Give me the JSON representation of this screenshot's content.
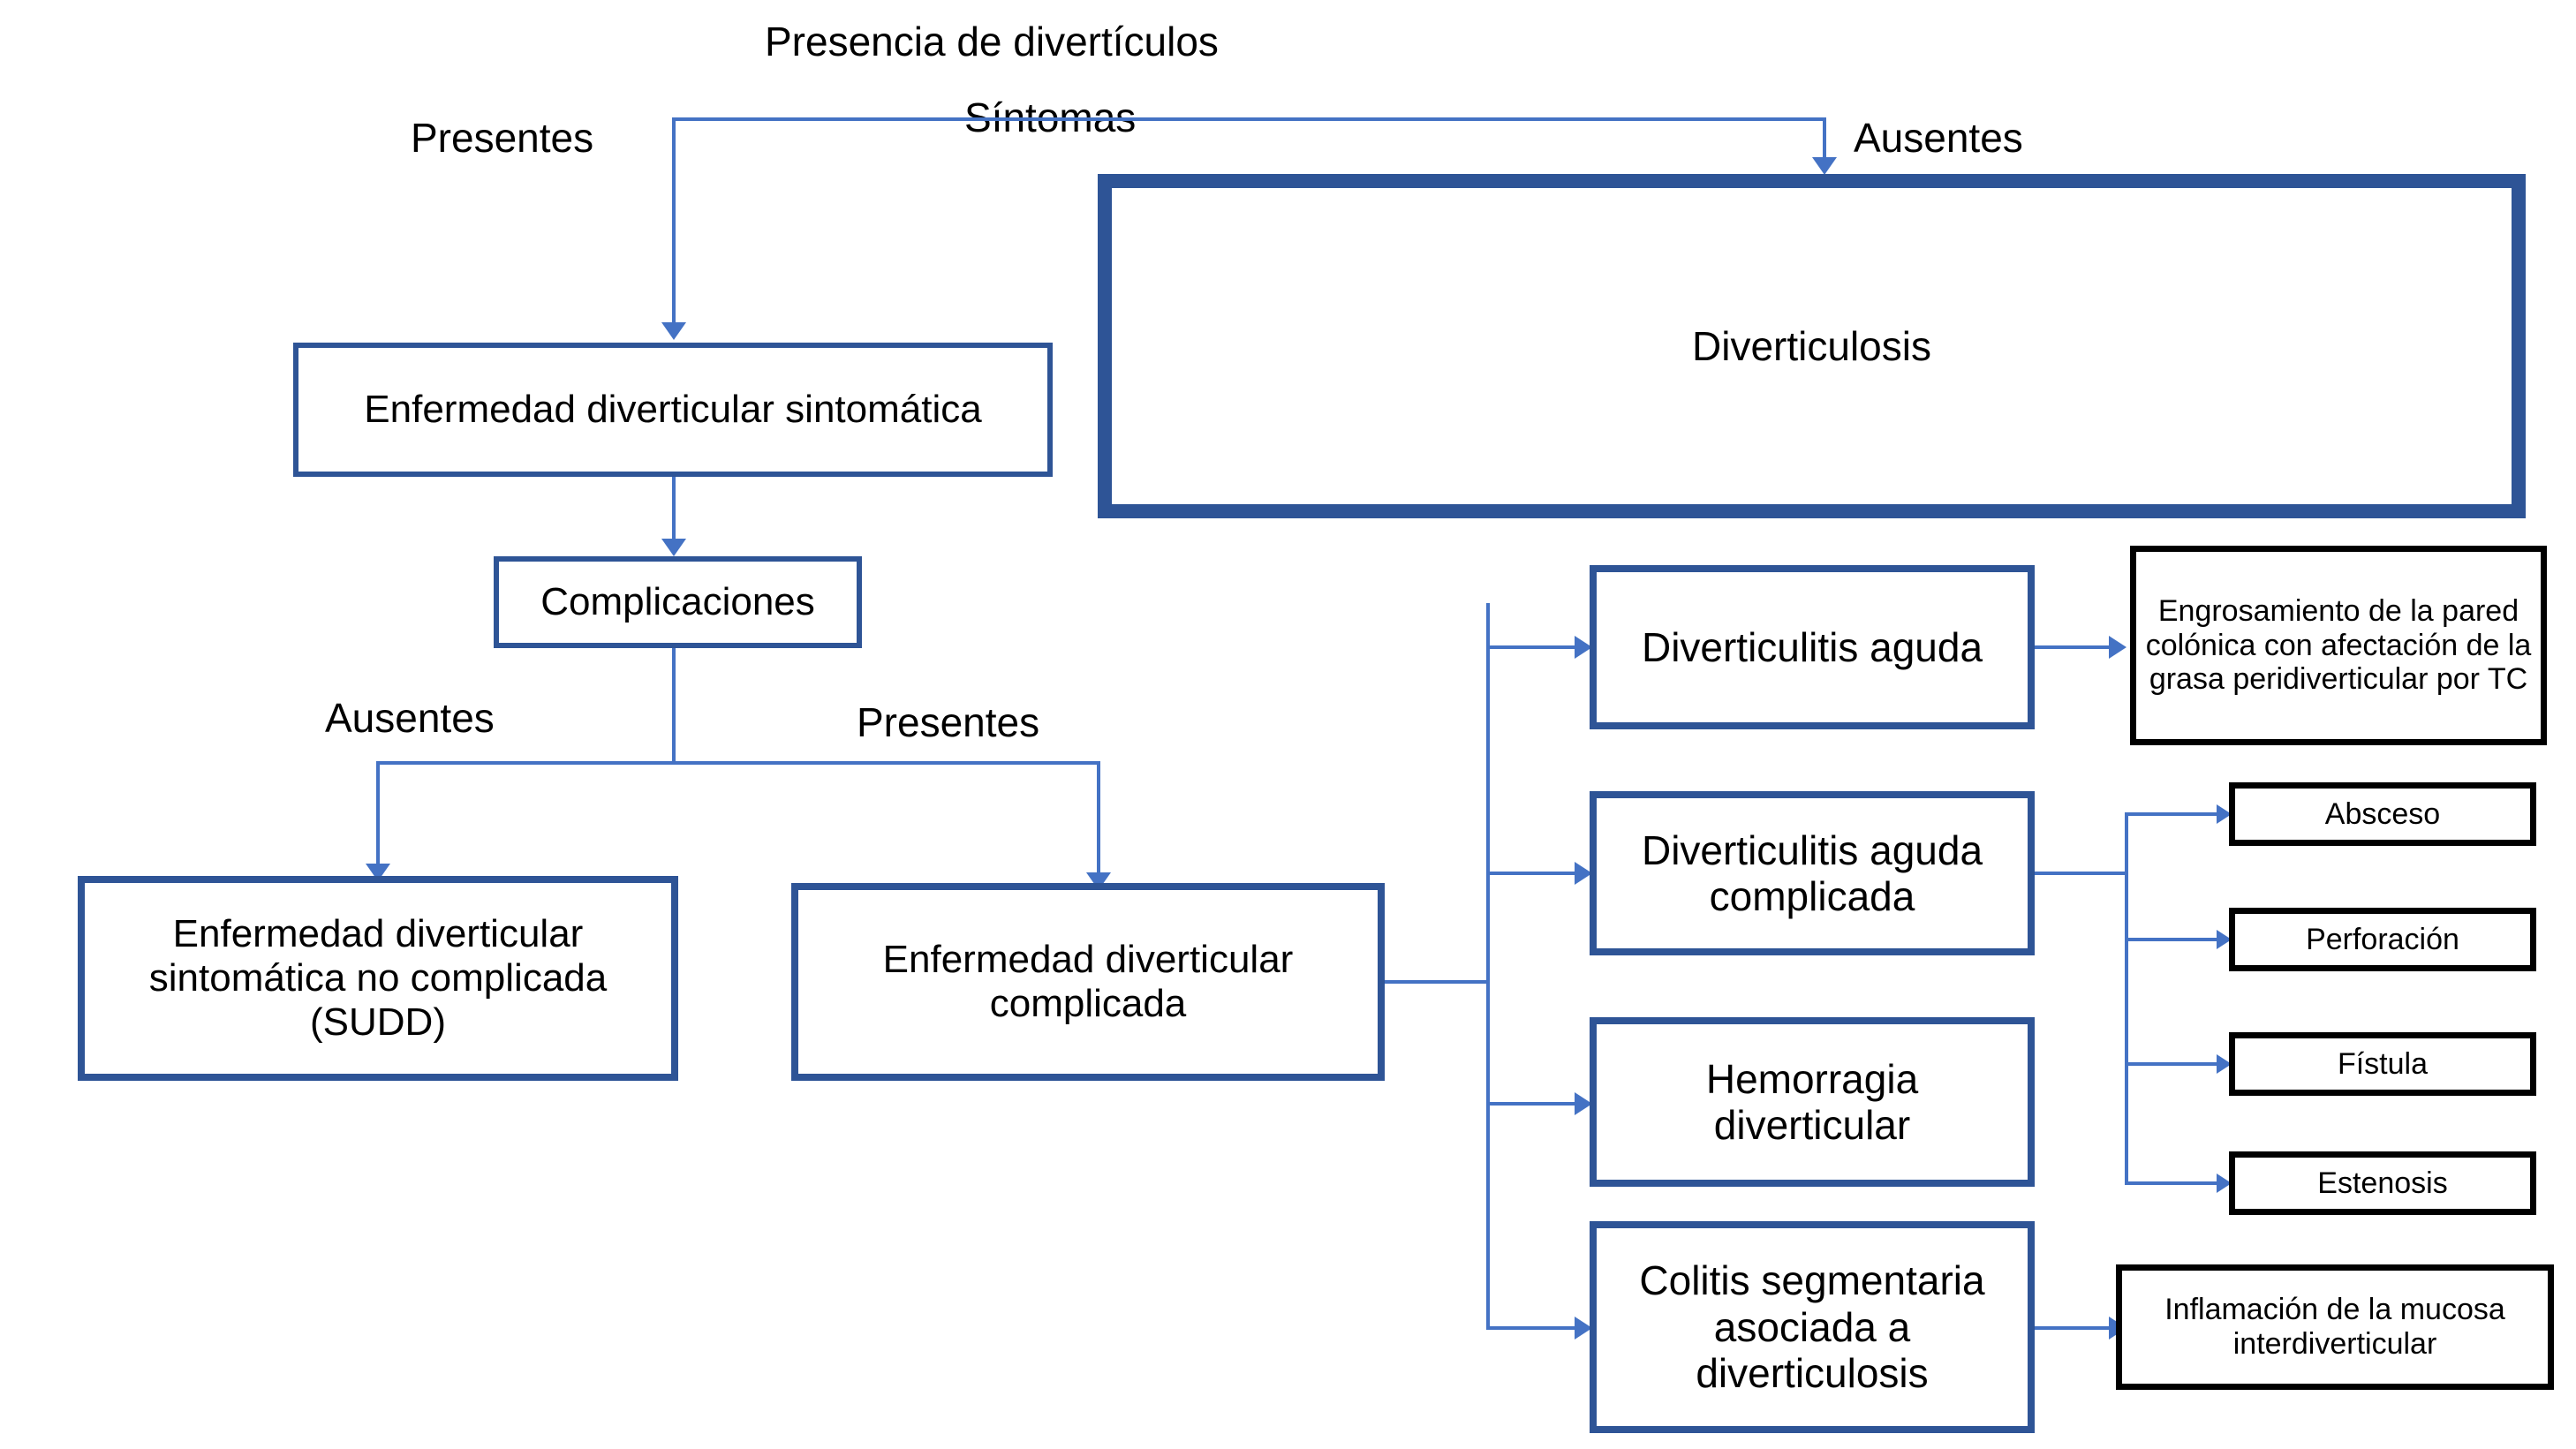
{
  "diagram": {
    "title": "Presencia de divertículos",
    "subtitle": "Síntomas",
    "accent_blue": "#2E5496",
    "connector_blue": "#4472C4",
    "annotation_border": "#000000"
  },
  "labels": {
    "sintomas_presentes": "Presentes",
    "sintomas_ausentes": "Ausentes",
    "complicaciones_ausentes": "Ausentes",
    "complicaciones_presentes": "Presentes"
  },
  "nodes": {
    "diverticulosis": "Diverticulosis",
    "ed_sintomatica": "Enfermedad diverticular sintomática",
    "complicaciones": "Complicaciones",
    "sudd": "Enfermedad diverticular sintomática no complicada (SUDD)",
    "ed_complicada": "Enfermedad diverticular complicada",
    "diverticulitis_aguda": "Diverticulitis aguda",
    "diverticulitis_aguda_complicada": "Diverticulitis aguda complicada",
    "hemorragia_diverticular": "Hemorragia diverticular",
    "colitis_segmentaria": "Colitis segmentaria asociada a diverticulosis"
  },
  "annotations": {
    "engrosamiento": "Engrosamiento de la pared colónica con afectación de la grasa peridiverticular por TC",
    "absceso": "Absceso",
    "perforacion": "Perforación",
    "fistula": "Fístula",
    "estenosis": "Estenosis",
    "inflamacion": "Inflamación de la mucosa interdiverticular"
  }
}
